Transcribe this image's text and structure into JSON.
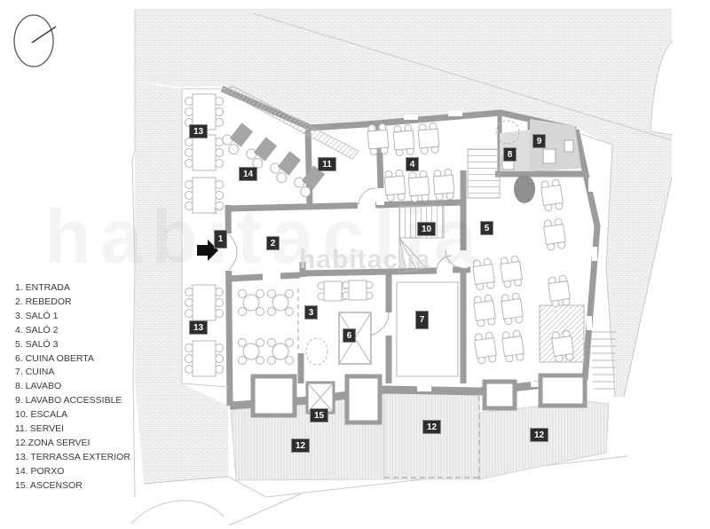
{
  "legend": {
    "items": [
      {
        "text": "1. ENTRADA"
      },
      {
        "text": "2. REBEDOR"
      },
      {
        "text": "3. SALÓ 1"
      },
      {
        "text": "4. SALÓ 2"
      },
      {
        "text": "5. SALÓ 3"
      },
      {
        "text": "6. CUINA OBERTA"
      },
      {
        "text": "7. CUINA"
      },
      {
        "text": "8. LAVABO"
      },
      {
        "text": "9. LAVABO ACCESSIBLE"
      },
      {
        "text": "10. ESCALA"
      },
      {
        "text": "11. SERVEI"
      },
      {
        "text": "12.ZONA SERVEI"
      },
      {
        "text": "13. TERRASSA EXTERIOR"
      },
      {
        "text": "14. PORXO"
      },
      {
        "text": "15. ASCENSOR"
      }
    ]
  },
  "watermark": {
    "text": "habitaclia"
  },
  "plan": {
    "labels": [
      {
        "text": "1"
      },
      {
        "text": "2"
      },
      {
        "text": "3"
      },
      {
        "text": "4"
      },
      {
        "text": "5"
      },
      {
        "text": "6"
      },
      {
        "text": "7"
      },
      {
        "text": "8"
      },
      {
        "text": "9"
      },
      {
        "text": "10"
      },
      {
        "text": "11"
      },
      {
        "text": "12"
      },
      {
        "text": "12"
      },
      {
        "text": "12"
      },
      {
        "text": "13"
      },
      {
        "text": "13"
      },
      {
        "text": "14"
      },
      {
        "text": "15"
      }
    ],
    "colors": {
      "wall": "#9c9c9c",
      "label_bg": "#2e2e2e",
      "label_text": "#ffffff",
      "terrain_hatch": "#dcdcdc",
      "service_stripe": "#d9d9d9",
      "furniture": "#b5b5b5",
      "tree": "#8f8f8f",
      "watermark": "#dcdcdc"
    }
  }
}
